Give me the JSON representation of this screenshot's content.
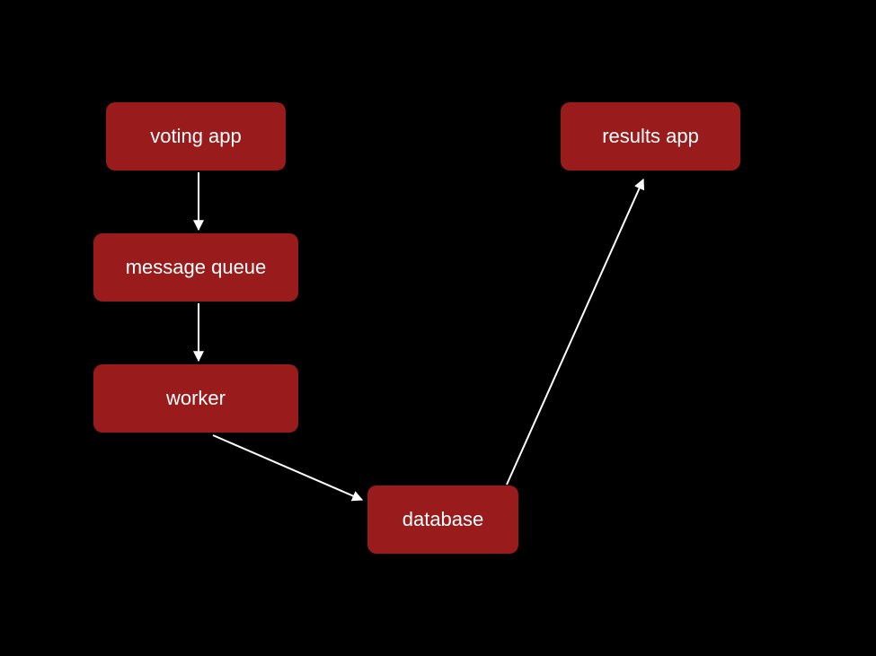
{
  "colors": {
    "background": "#000000",
    "node_fill": "#991b1b",
    "node_text": "#ffffff",
    "connector": "#ffffff"
  },
  "nodes": {
    "voting_app": "voting app",
    "message_queue": "message queue",
    "worker": "worker",
    "database": "database",
    "results_app": "results app"
  },
  "edges": [
    {
      "from": "voting app",
      "to": "message queue"
    },
    {
      "from": "message queue",
      "to": "worker"
    },
    {
      "from": "worker",
      "to": "database"
    },
    {
      "from": "database",
      "to": "results app"
    }
  ]
}
